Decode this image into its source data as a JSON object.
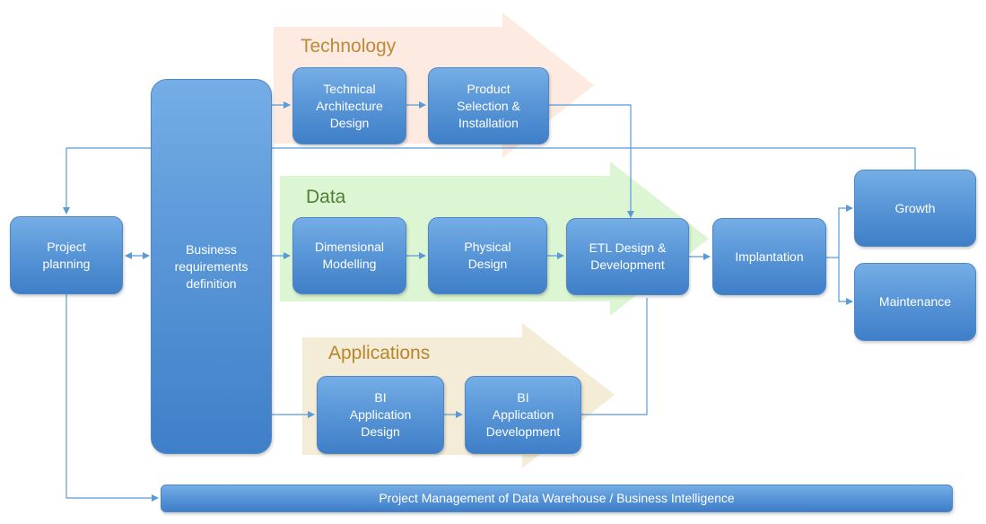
{
  "sections": {
    "technology": {
      "label": "Technology",
      "color": "#c0883a"
    },
    "data": {
      "label": "Data",
      "color": "#5a8a3a"
    },
    "applications": {
      "label": "Applications",
      "color": "#b7862d"
    }
  },
  "boxes": {
    "project_planning": "Project\nplanning",
    "business_requirements": "Business\nrequirements\ndefinition",
    "technical_architecture": "Technical\nArchitecture\nDesign",
    "product_selection": "Product\nSelection &\nInstallation",
    "dimensional_modelling": "Dimensional\nModelling",
    "physical_design": "Physical\nDesign",
    "etl_design": "ETL Design &\nDevelopment",
    "implantation": "Implantation",
    "growth": "Growth",
    "maintenance": "Maintenance",
    "bi_app_design": "BI\nApplication\nDesign",
    "bi_app_development": "BI\nApplication\nDevelopment"
  },
  "footer_bar": "Project Management of Data Warehouse / Business Intelligence",
  "colors": {
    "box_fill": "#5a97d8",
    "connector": "#5b9bd5",
    "arrow_technology": "#fde9e0",
    "arrow_data": "#dcf5d3",
    "arrow_applications": "#f3ebd5"
  }
}
